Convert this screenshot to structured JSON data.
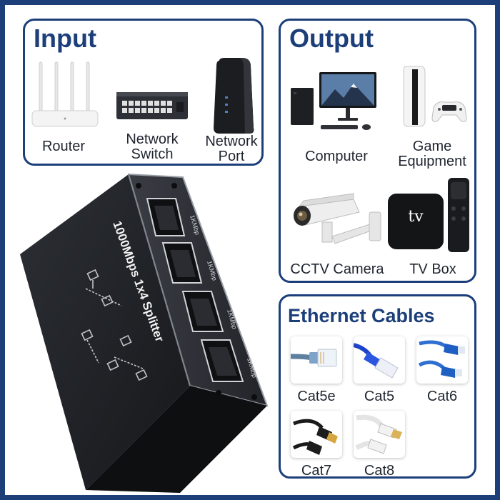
{
  "input": {
    "title": "Input",
    "items": [
      "Router",
      "Network\nSwitch",
      "Network\nPort"
    ]
  },
  "output": {
    "title": "Output",
    "items": [
      "Computer",
      "Game\nEquipment",
      "CCTV Camera",
      "TV Box"
    ],
    "tv_logo": "tv"
  },
  "cables": {
    "title": "Ethernet Cables",
    "items": [
      "Cat5e",
      "Cat5",
      "Cat6",
      "Cat7",
      "Cat8"
    ]
  },
  "device": {
    "label": "1000Mbps 1x4 Splitter",
    "port_label": "1KMbp"
  },
  "colors": {
    "frame": "#1c3f7a",
    "title": "#1c3f7a",
    "device_body": "#1e2024",
    "cable_blue": "#2e6fd1",
    "cable_black": "#1a1a1a"
  }
}
